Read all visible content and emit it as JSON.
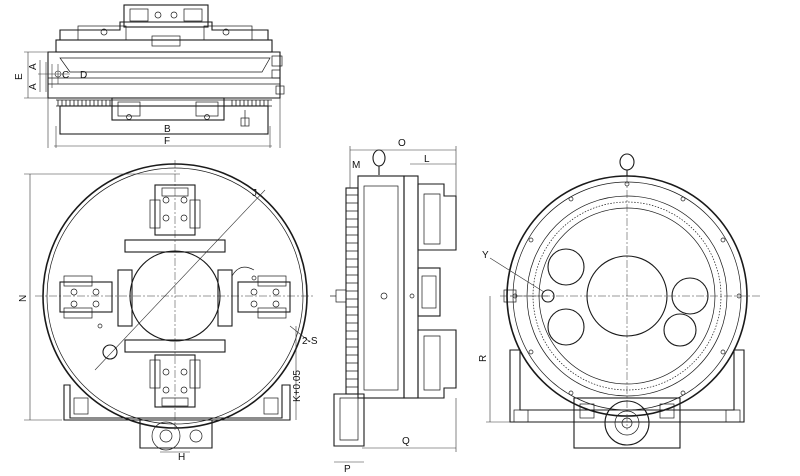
{
  "labels": {
    "E": "E",
    "A1": "A",
    "A2": "A",
    "C": "C",
    "D": "D",
    "B": "B",
    "F": "F",
    "N": "N",
    "J": "J",
    "S": "2-S",
    "K": "K+0.05",
    "H": "H",
    "M": "M",
    "O": "O",
    "L": "L",
    "Q": "Q",
    "P": "P",
    "Y": "Y",
    "R": "R"
  }
}
